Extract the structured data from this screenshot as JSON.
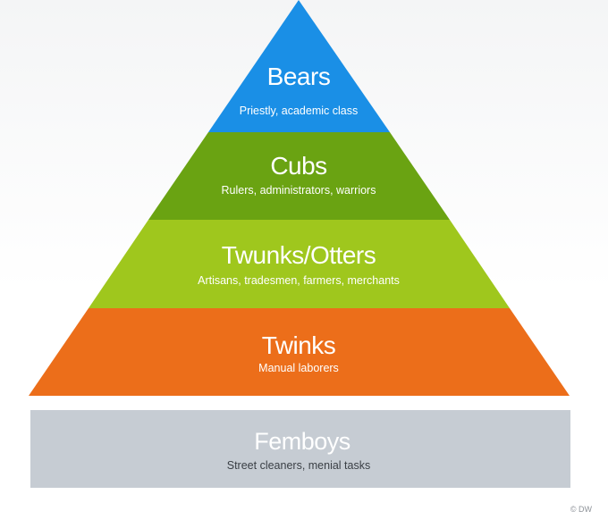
{
  "pyramid": {
    "tiers": [
      {
        "title": "Bears",
        "description": "Priestly, academic class",
        "color": "#1a8fe6"
      },
      {
        "title": "Cubs",
        "description": "Rulers, administrators, warriors",
        "color": "#6aa312"
      },
      {
        "title": "Twunks/Otters",
        "description": "Artisans, tradesmen, farmers, merchants",
        "color": "#9fc71d"
      },
      {
        "title": "Twinks",
        "description": "Manual laborers",
        "color": "#ec6e1a"
      }
    ],
    "base": {
      "title": "Femboys",
      "description": "Street cleaners, menial tasks",
      "color": "#c6ccd3"
    }
  },
  "watermark": "© DW"
}
